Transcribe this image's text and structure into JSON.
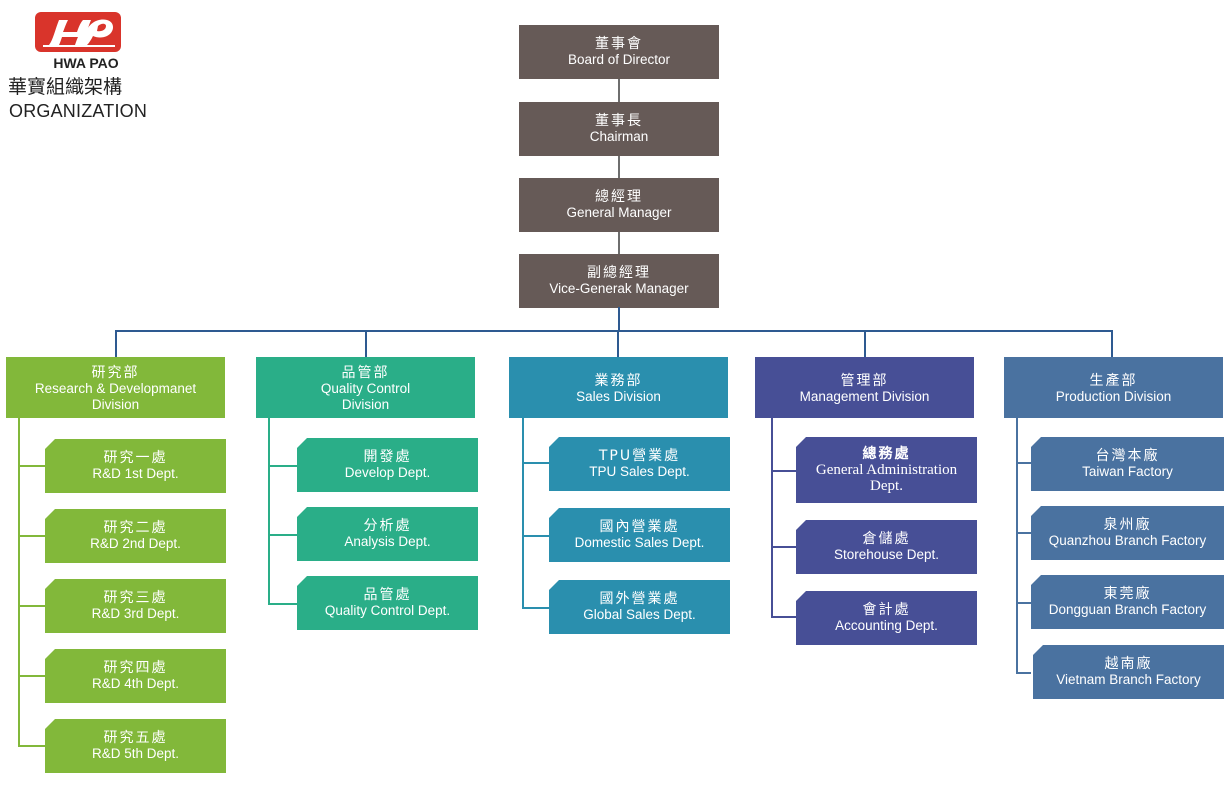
{
  "logo": {
    "brand_mark": "HP",
    "brand_name": "HWA PAO",
    "title_zh": "華寶組織架構",
    "title_en": "ORGANIZATION"
  },
  "executives": [
    {
      "zh": "董事會",
      "en": "Board of Director"
    },
    {
      "zh": "董事長",
      "en": "Chairman"
    },
    {
      "zh": "總經理",
      "en": "General Manager"
    },
    {
      "zh": "副總經理",
      "en": "Vice-Generak Manager"
    }
  ],
  "colors": {
    "executive": "#665a57",
    "connector": "#2e5a91",
    "rnd": "#82b83a",
    "quality": "#2aae88",
    "sales": "#2a8fae",
    "management": "#474f96",
    "production": "#4a72a0",
    "logo_red": "#d9342b"
  },
  "divisions": [
    {
      "zh": "研究部",
      "en": "Research & Developmanet Division",
      "depts": [
        {
          "zh": "研究一處",
          "en": "R&D 1st Dept."
        },
        {
          "zh": "研究二處",
          "en": "R&D 2nd Dept."
        },
        {
          "zh": "研究三處",
          "en": "R&D 3rd Dept."
        },
        {
          "zh": "研究四處",
          "en": "R&D 4th Dept."
        },
        {
          "zh": "研究五處",
          "en": "R&D 5th Dept."
        }
      ]
    },
    {
      "zh": "品管部",
      "en": "Quality Control Division",
      "depts": [
        {
          "zh": "開發處",
          "en": "Develop Dept."
        },
        {
          "zh": "分析處",
          "en": "Analysis Dept."
        },
        {
          "zh": "品管處",
          "en": "Quality Control Dept."
        }
      ]
    },
    {
      "zh": "業務部",
      "en": "Sales Division",
      "depts": [
        {
          "zh": "TPU營業處",
          "en": "TPU Sales Dept."
        },
        {
          "zh": "國內營業處",
          "en": "Domestic Sales Dept."
        },
        {
          "zh": "國外營業處",
          "en": "Global Sales Dept."
        }
      ]
    },
    {
      "zh": "管理部",
      "en": "Management Division",
      "depts": [
        {
          "zh": "總務處",
          "en": "General Administration Dept."
        },
        {
          "zh": "倉儲處",
          "en": "Storehouse Dept."
        },
        {
          "zh": "會計處",
          "en": "Accounting Dept."
        }
      ]
    },
    {
      "zh": "生產部",
      "en": "Production Division",
      "depts": [
        {
          "zh": "台灣本廠",
          "en": "Taiwan Factory"
        },
        {
          "zh": "泉州廠",
          "en": "Quanzhou Branch Factory"
        },
        {
          "zh": "東莞廠",
          "en": "Dongguan Branch Factory"
        },
        {
          "zh": "越南廠",
          "en": "Vietnam Branch Factory"
        }
      ]
    }
  ]
}
